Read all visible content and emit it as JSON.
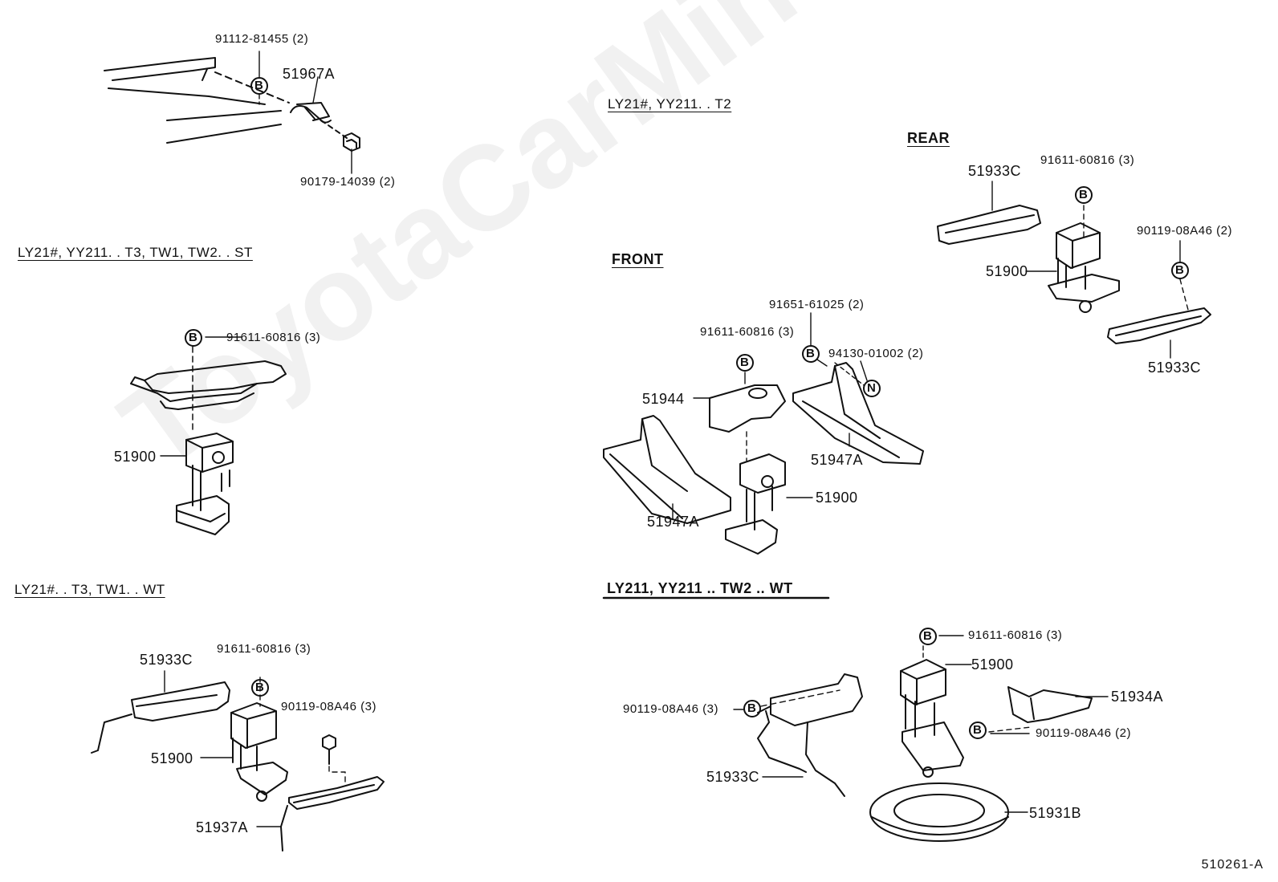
{
  "watermark": "ToyotaCarMine.ru",
  "reference": "510261-A",
  "sections": {
    "top_left": {
      "labels": [
        "91112-81455 (2)",
        "51967A",
        "90179-14039 (2)"
      ]
    },
    "left_mid": {
      "header": "LY21#, YY211. . T3, TW1, TW2. . ST",
      "labels": [
        "91611-60816 (3)",
        "51900"
      ]
    },
    "left_bottom": {
      "header": "LY21#. . T3, TW1. . WT",
      "labels": [
        "51933C",
        "91611-60816 (3)",
        "90119-08A46 (3)",
        "51900",
        "51937A"
      ]
    },
    "right_top": {
      "header": "LY21#, YY211. . T2",
      "rear": "REAR",
      "front": "FRONT",
      "labels": [
        "51933C",
        "91611-60816 (3)",
        "90119-08A46 (2)",
        "51900",
        "51933C",
        "91651-61025 (2)",
        "91611-60816 (3)",
        "94130-01002 (2)",
        "51944",
        "51947A",
        "51947A",
        "51900"
      ]
    },
    "right_bottom": {
      "header": "LY211, YY211 .. TW2 .. WT",
      "labels": [
        "91611-60816 (3)",
        "51900",
        "51934A",
        "90119-08A46 (3)",
        "90119-08A46 (2)",
        "51933C",
        "51931B"
      ]
    }
  },
  "symbols": {
    "bolt": "B",
    "nut": "N"
  }
}
